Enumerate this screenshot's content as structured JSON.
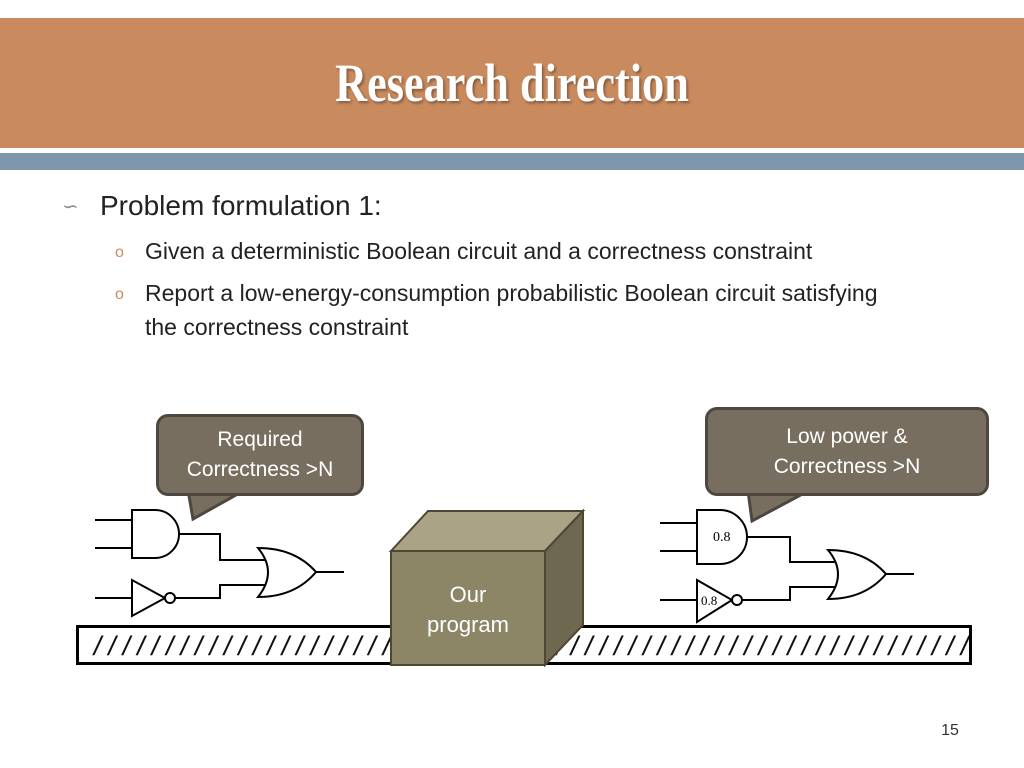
{
  "slide": {
    "title": "Research direction",
    "bullet_mark": "∽",
    "main_bullet": "Problem formulation 1:",
    "sub_bullets": [
      "Given a deterministic Boolean circuit and a correctness constraint",
      "Report a low-energy-consumption probabilistic Boolean circuit satisfying the correctness constraint"
    ],
    "sub_bullet_mark": "o",
    "page_number": "15"
  },
  "diagram": {
    "left_callout": {
      "line1": "Required",
      "line2": "Correctness >N"
    },
    "right_callout": {
      "line1": "Low power &",
      "line2": "Correctness >N"
    },
    "box": {
      "line1": "Our",
      "line2": "program"
    },
    "gate_probabilities": {
      "and_gate": "0.8",
      "not_gate": "0.8"
    },
    "ground_pattern": "////////////////////////////////////////////////////////////////////////"
  },
  "colors": {
    "title_band": "#c98a5e",
    "accent_band": "#7f97ad",
    "callout_fill": "#786e5f",
    "box_front": "#8c8566",
    "box_top": "#aba385",
    "box_side": "#6e6850"
  }
}
